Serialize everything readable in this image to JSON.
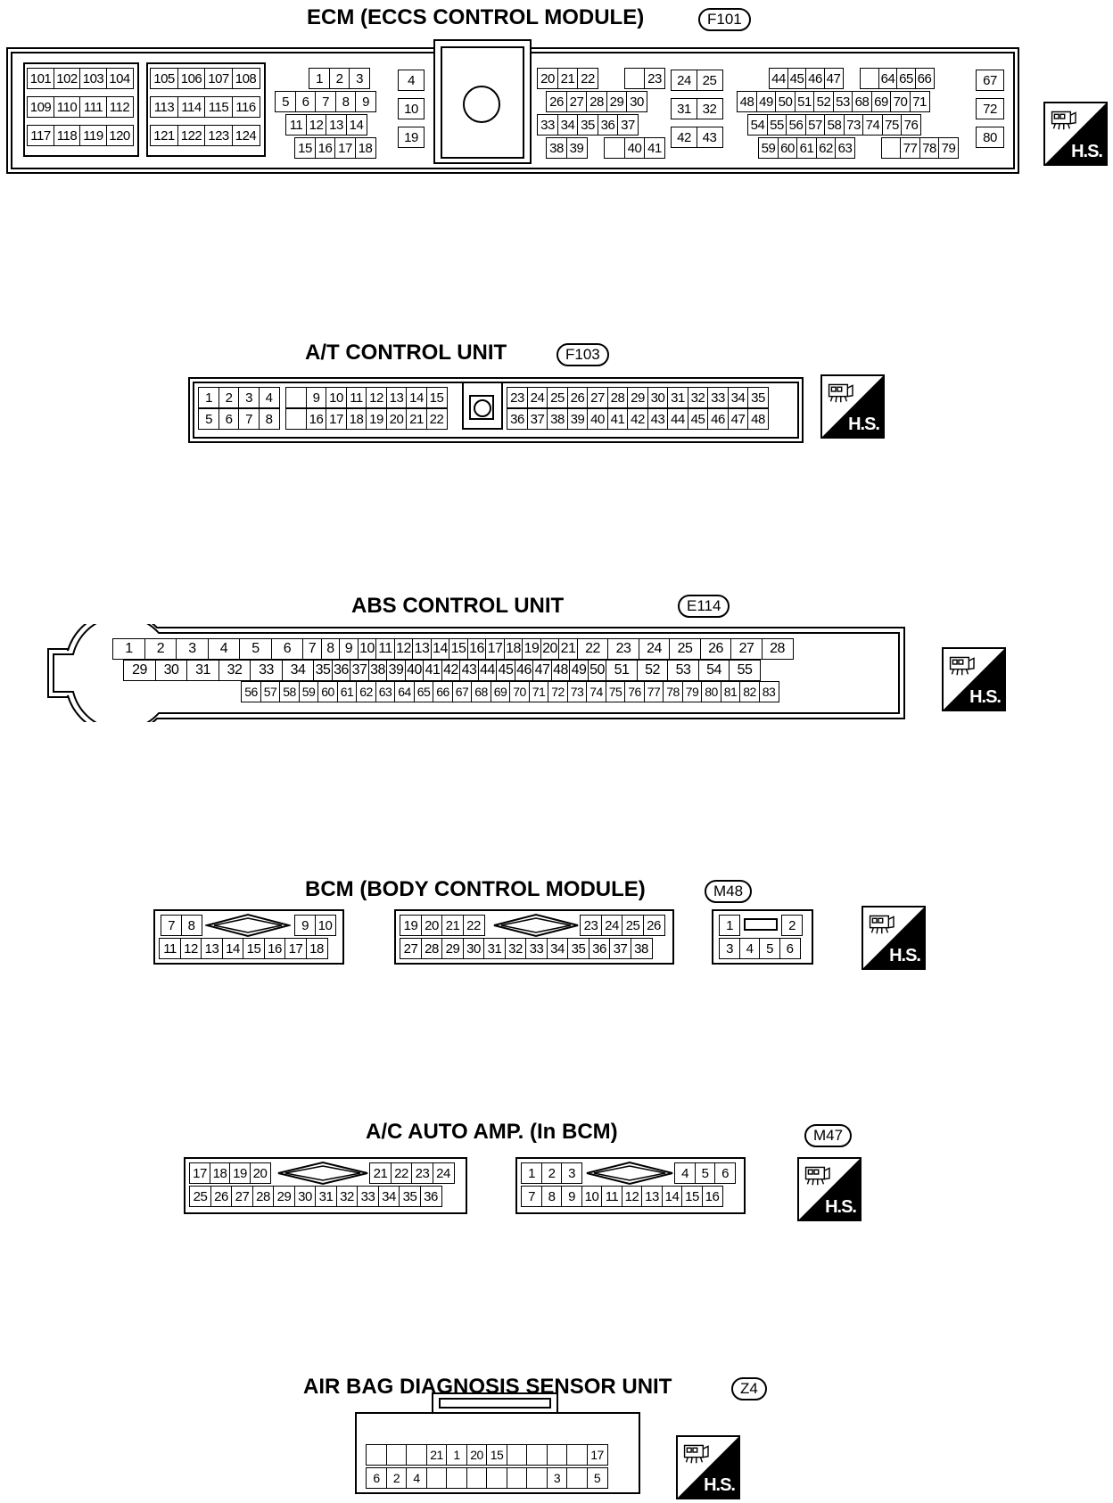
{
  "hs_label": "H.S.",
  "ecm": {
    "title": "ECM (ECCS CONTROL MODULE)",
    "code": "F101",
    "g1": [
      [
        "101",
        "102",
        "103",
        "104"
      ],
      [
        "109",
        "110",
        "111",
        "112"
      ],
      [
        "117",
        "118",
        "119",
        "120"
      ]
    ],
    "g2": [
      [
        "105",
        "106",
        "107",
        "108"
      ],
      [
        "113",
        "114",
        "115",
        "116"
      ],
      [
        "121",
        "122",
        "123",
        "124"
      ]
    ],
    "g3": [
      [
        "1",
        "2",
        "3"
      ],
      [
        "5",
        "6",
        "7",
        "8",
        "9"
      ],
      [
        "11",
        "12",
        "13",
        "14"
      ],
      [
        "15",
        "16",
        "17",
        "18"
      ]
    ],
    "g4": [
      [
        "4"
      ],
      [
        "10"
      ],
      [
        "19"
      ]
    ],
    "g5": [
      [
        "20",
        "21",
        "22",
        "",
        "23"
      ],
      [
        "26",
        "27",
        "28",
        "29",
        "30"
      ],
      [
        "33",
        "34",
        "35",
        "36",
        "37"
      ],
      [
        "38",
        "39",
        "",
        "40",
        "41"
      ]
    ],
    "g6": [
      [
        "24",
        "25"
      ],
      [
        "31",
        "32"
      ],
      [
        "42",
        "43"
      ]
    ],
    "g7": [
      [
        "44",
        "45",
        "46",
        "47",
        "",
        "64",
        "65",
        "66"
      ],
      [
        "48",
        "49",
        "50",
        "51",
        "52",
        "53",
        "68",
        "69",
        "70",
        "71"
      ],
      [
        "54",
        "55",
        "56",
        "57",
        "58",
        "73",
        "74",
        "75",
        "76"
      ],
      [
        "59",
        "60",
        "61",
        "62",
        "63",
        "",
        "77",
        "78",
        "79"
      ]
    ],
    "g8": [
      [
        "67"
      ],
      [
        "72"
      ],
      [
        "80"
      ]
    ]
  },
  "at": {
    "title": "A/T CONTROL UNIT",
    "code": "F103",
    "left": [
      [
        "1",
        "2",
        "3",
        "4",
        "",
        "9",
        "10",
        "11",
        "12",
        "13",
        "14",
        "15"
      ],
      [
        "5",
        "6",
        "7",
        "8",
        "",
        "16",
        "17",
        "18",
        "19",
        "20",
        "21",
        "22"
      ]
    ],
    "right": [
      [
        "23",
        "24",
        "25",
        "26",
        "27",
        "28",
        "29",
        "30",
        "31",
        "32",
        "33",
        "34",
        "35"
      ],
      [
        "36",
        "37",
        "38",
        "39",
        "40",
        "41",
        "42",
        "43",
        "44",
        "45",
        "46",
        "47",
        "48"
      ]
    ]
  },
  "abs": {
    "title": "ABS CONTROL UNIT",
    "code": "E114",
    "row1": [
      "1",
      "2",
      "3",
      "4",
      "5",
      "6",
      "7",
      "8",
      "9",
      "10",
      "11",
      "12",
      "13",
      "14",
      "15",
      "16",
      "17",
      "18",
      "19",
      "20",
      "21",
      "22",
      "23",
      "24",
      "25",
      "26",
      "27",
      "28"
    ],
    "row2": [
      "29",
      "30",
      "31",
      "32",
      "33",
      "34",
      "35",
      "36",
      "37",
      "38",
      "39",
      "40",
      "41",
      "42",
      "43",
      "44",
      "45",
      "46",
      "47",
      "48",
      "49",
      "50",
      "51",
      "52",
      "53",
      "54",
      "55"
    ],
    "row3": [
      "56",
      "57",
      "58",
      "59",
      "60",
      "61",
      "62",
      "63",
      "64",
      "65",
      "66",
      "67",
      "68",
      "69",
      "70",
      "71",
      "72",
      "73",
      "74",
      "75",
      "76",
      "77",
      "78",
      "79",
      "80",
      "81",
      "82",
      "83"
    ]
  },
  "bcm": {
    "title": "BCM (BODY CONTROL MODULE)",
    "code": "M48",
    "a_top_left": [
      "7",
      "8"
    ],
    "a_top_right": [
      "9",
      "10"
    ],
    "a_bottom": [
      "11",
      "12",
      "13",
      "14",
      "15",
      "16",
      "17",
      "18"
    ],
    "b_top_left": [
      "19",
      "20",
      "21",
      "22"
    ],
    "b_top_right": [
      "23",
      "24",
      "25",
      "26"
    ],
    "b_bottom": [
      "27",
      "28",
      "29",
      "30",
      "31",
      "32",
      "33",
      "34",
      "35",
      "36",
      "37",
      "38"
    ],
    "c_top_left": "1",
    "c_top_right": "2",
    "c_bottom": [
      "3",
      "4",
      "5",
      "6"
    ]
  },
  "ac": {
    "title": "A/C AUTO AMP. (In BCM)",
    "code": "M47",
    "a_top_left": [
      "17",
      "18",
      "19",
      "20"
    ],
    "a_top_right": [
      "21",
      "22",
      "23",
      "24"
    ],
    "a_bottom": [
      "25",
      "26",
      "27",
      "28",
      "29",
      "30",
      "31",
      "32",
      "33",
      "34",
      "35",
      "36"
    ],
    "b_top_left": [
      "1",
      "2",
      "3"
    ],
    "b_top_right": [
      "4",
      "5",
      "6"
    ],
    "b_bottom": [
      "7",
      "8",
      "9",
      "10",
      "11",
      "12",
      "13",
      "14",
      "15",
      "16"
    ]
  },
  "airbag": {
    "title": "AIR BAG DIAGNOSIS SENSOR UNIT",
    "code": "Z4",
    "row1": [
      "",
      "",
      "",
      "21",
      "1",
      "20",
      "15",
      "",
      "",
      "",
      "",
      "17"
    ],
    "row2": [
      "6",
      "2",
      "4",
      "",
      "",
      "",
      "",
      "",
      "",
      "3",
      "",
      "5"
    ]
  }
}
